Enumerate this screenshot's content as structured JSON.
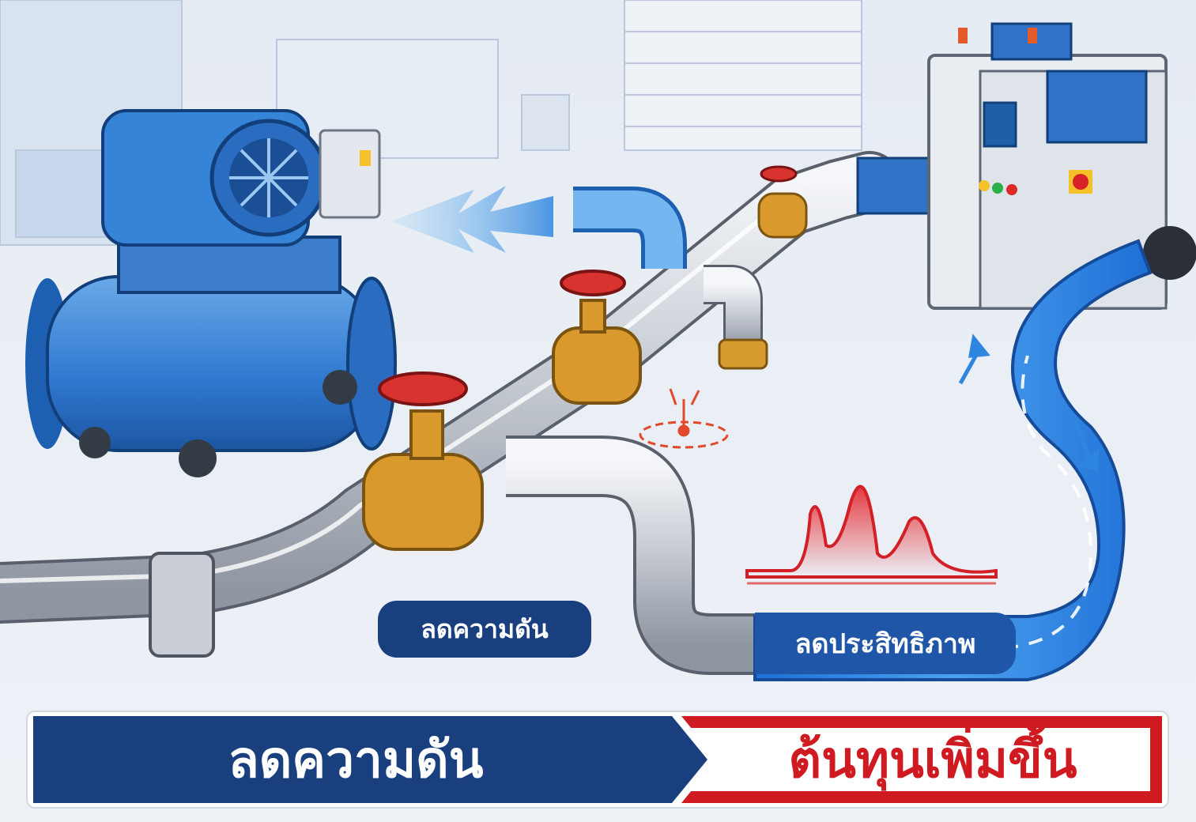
{
  "labels": {
    "pressure_pill": "ลดความดัน",
    "efficiency_pill": "ลดประสิทธิภาพ"
  },
  "banner": {
    "left_text": "ลดความดัน",
    "right_text": "ต้นทุนเพิ่มขึ้น"
  },
  "colors": {
    "navy": "#1a3f7e",
    "blue": "#2f78d0",
    "red": "#cf1a22",
    "pipe": "#c9ced6"
  },
  "icons": [
    "air-compressor-icon",
    "valve-icon",
    "leak-icon",
    "pressure-spike-icon",
    "control-cabinet-icon",
    "water-flow-icon"
  ]
}
